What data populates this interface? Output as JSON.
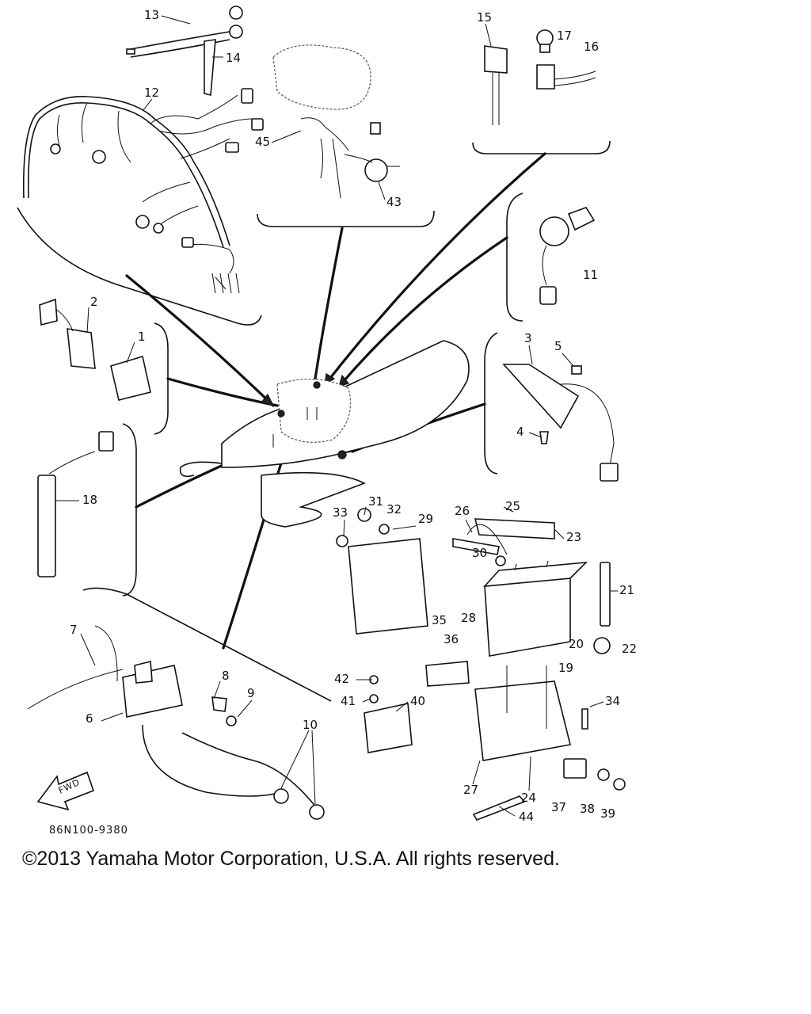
{
  "diagram": {
    "code": "86N100-9380",
    "fwd": "FWD",
    "labels": [
      "1",
      "2",
      "3",
      "4",
      "5",
      "6",
      "7",
      "8",
      "9",
      "10",
      "11",
      "12",
      "13",
      "14",
      "15",
      "16",
      "17",
      "18",
      "19",
      "20",
      "21",
      "22",
      "23",
      "24",
      "25",
      "26",
      "27",
      "28",
      "29",
      "30",
      "31",
      "32",
      "33",
      "34",
      "35",
      "36",
      "37",
      "38",
      "39",
      "40",
      "41",
      "42",
      "43",
      "44",
      "45"
    ]
  },
  "footer": {
    "copyright": "©2013 Yamaha Motor Corporation, U.S.A. All rights reserved."
  }
}
